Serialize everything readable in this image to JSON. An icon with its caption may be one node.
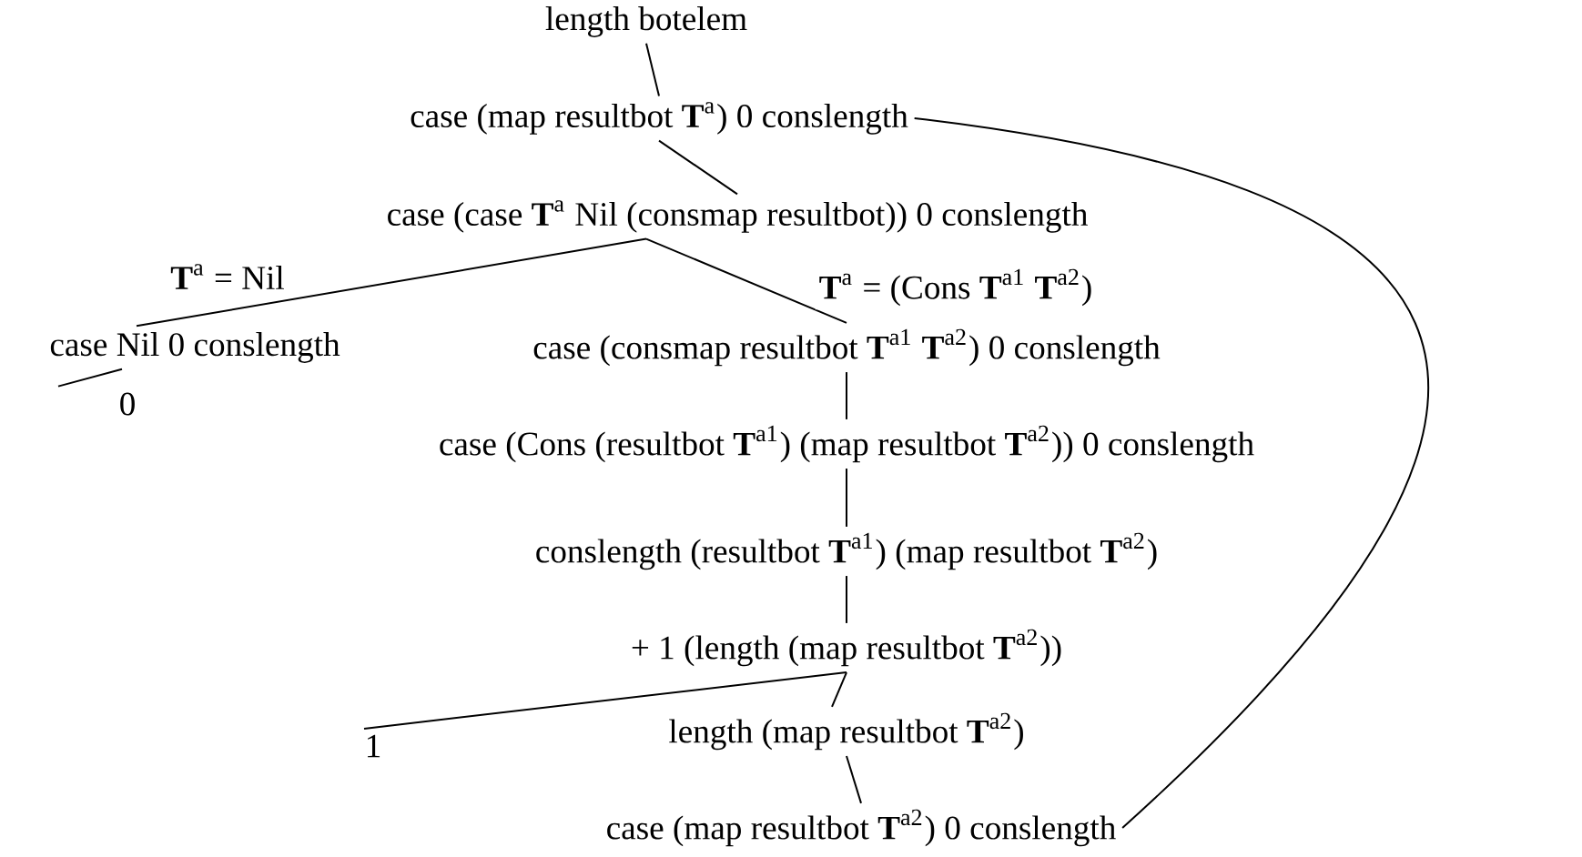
{
  "diagram": {
    "nodes": [
      {
        "text": [
          "length botelem"
        ]
      },
      {
        "text": [
          "case (map resultbot **T**$^{a}$) 0 conslength"
        ]
      },
      {
        "text": [
          "case (case **T**$^{a}$ Nil (consmap resultbot)) 0 conslength"
        ]
      },
      {
        "text": [
          "case Nil 0 conslength"
        ]
      },
      {
        "text": [
          "0"
        ]
      },
      {
        "text": [
          "case (consmap resultbot **T**$^{a1}$ **T**$^{a2}$) 0 conslength"
        ]
      },
      {
        "text": [
          "case (Cons (resultbot **T**$^{a1}$) (map resultbot **T**$^{a2}$)) 0 conslength"
        ]
      },
      {
        "text": [
          "conslength (resultbot **T**$^{a1}$) (map resultbot **T**$^{a2}$)"
        ]
      },
      {
        "text": [
          "+ 1 (length (map resultbot **T**$^{a2}$))"
        ]
      },
      {
        "text": [
          "1"
        ]
      },
      {
        "text": [
          "length (map resultbot **T**$^{a2}$)"
        ]
      },
      {
        "text": [
          "case (map resultbot **T**$^{a2}$) 0 conslength"
        ]
      }
    ],
    "edges": [
      {
        "from": 0,
        "to": 1,
        "arrow": "none"
      },
      {
        "from": 1,
        "to": 2,
        "arrow": "none"
      },
      {
        "from": 2,
        "to": 3,
        "arrow": "none",
        "label": "**T**$^{a}$ = Nil"
      },
      {
        "from": 2,
        "to": 5,
        "arrow": "none",
        "label": "**T**$^{a}$ = (Cons **T**$^{a1}$ **T**$^{a2}$)"
      },
      {
        "from": 3,
        "to": 4,
        "arrow": "none"
      },
      {
        "from": 5,
        "to": 6,
        "arrow": "none"
      },
      {
        "from": 6,
        "to": 7,
        "arrow": "none"
      },
      {
        "from": 7,
        "to": 8,
        "arrow": "none"
      },
      {
        "from": 8,
        "to": 9,
        "arrow": "none"
      },
      {
        "from": 8,
        "to": 10,
        "arrow": "none"
      },
      {
        "from": 10,
        "to": 11,
        "arrow": "none"
      },
      {
        "from": 1,
        "to": 11,
        "arrow": "none"
      }
    ]
  }
}
